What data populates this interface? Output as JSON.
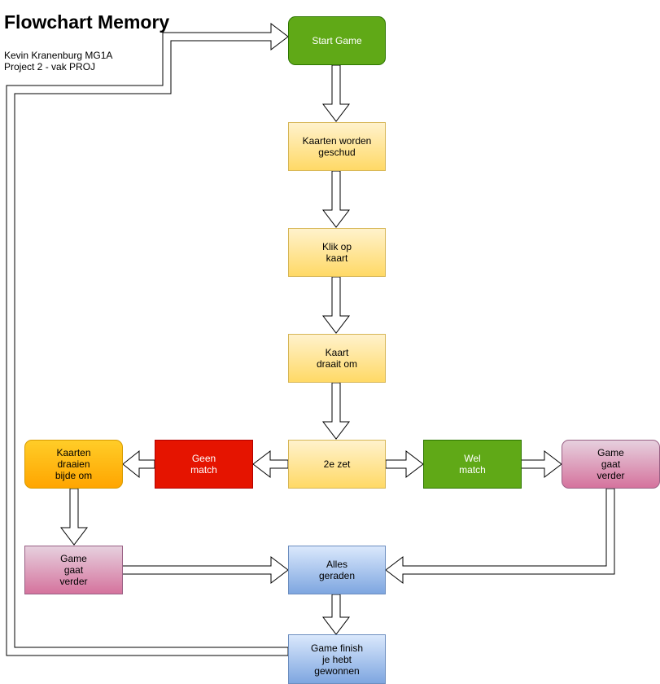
{
  "title": "Flowchart Memory",
  "author": "Kevin Kranenburg MG1A",
  "project": "Project 2 - vak PROJ",
  "nodes": {
    "start": "Start Game",
    "shuffle": "Kaarten worden\ngeschud",
    "click": "Klik op\nkaart",
    "flip": "Kaart\ndraait om",
    "second": "2e zet",
    "no_match": "Geen\nmatch",
    "flip_back": "Kaarten\ndraaien\nbijde om",
    "match": "Wel\nmatch",
    "continue_right": "Game\ngaat\nverder",
    "continue_left": "Game\ngaat\nverder",
    "all_guessed": "Alles\ngeraden",
    "finish": "Game finish\nje hebt\ngewonnen"
  },
  "colors": {
    "green": "#60a917",
    "red": "#e51400",
    "yellow": "#ffd966",
    "orange": "#ffa500",
    "pink": "#d5739d",
    "blue": "#7ea6e0"
  }
}
